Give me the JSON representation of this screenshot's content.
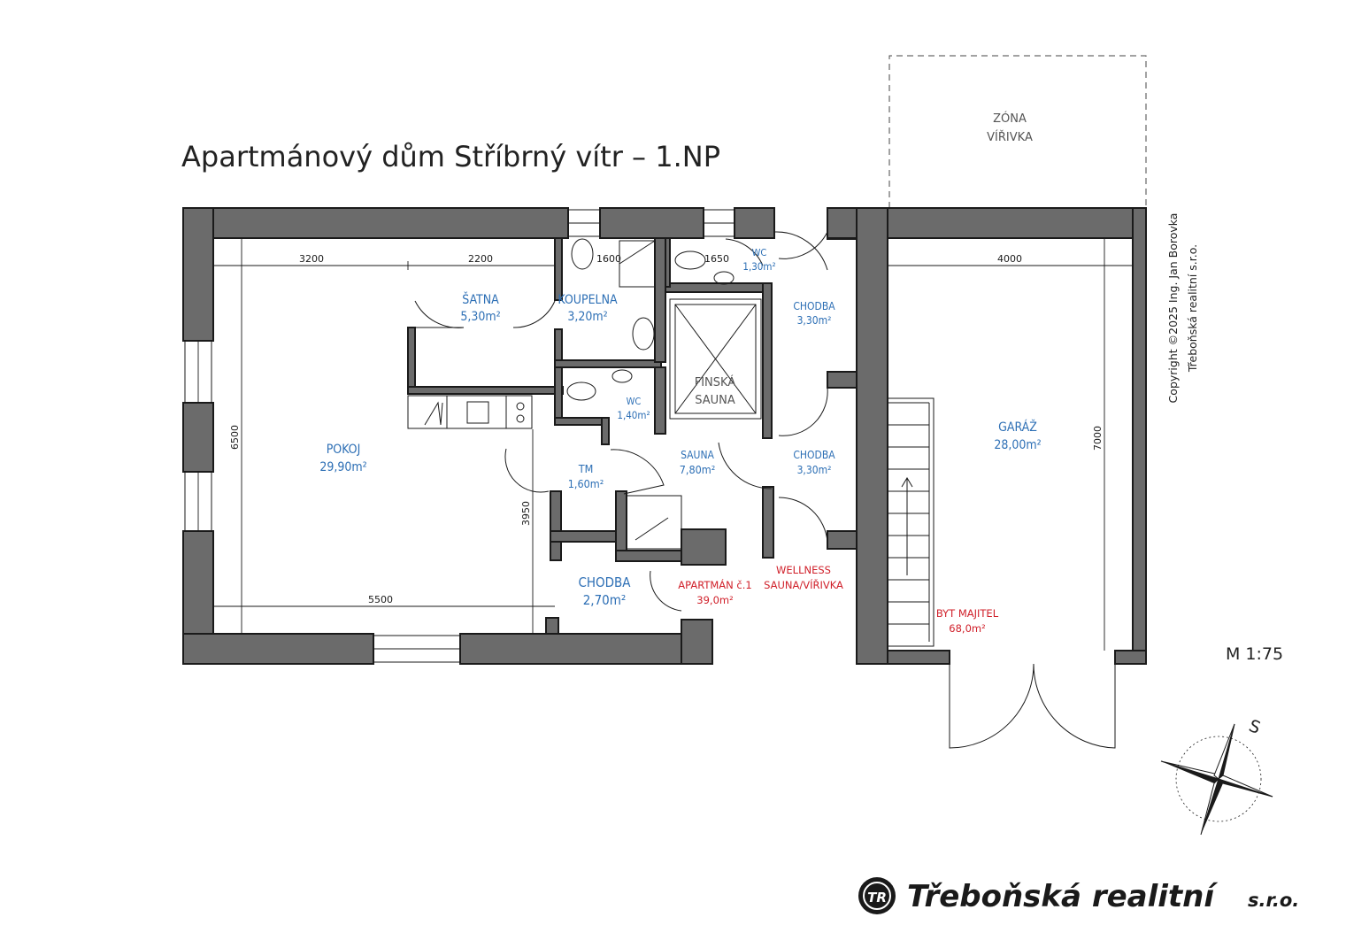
{
  "title": "Apartmánový dům Stříbrný vítr – 1.NP",
  "scale": "M 1:75",
  "copyright": [
    "Copyright ©2025 Ing. Jan Borovka",
    "Třeboňská realitní s.r.o."
  ],
  "brand": {
    "logo_text": "TR",
    "name": "Třeboňská realitní",
    "suffix": "s.r.o."
  },
  "compass": {
    "label": "S"
  },
  "zone": {
    "line1": "ZÓNA",
    "line2": "VÍŘIVKA"
  },
  "rooms": {
    "satna": {
      "name": "ŠATNA",
      "area": "5,30m²"
    },
    "koupelna": {
      "name": "KOUPELNA",
      "area": "3,20m²"
    },
    "wc_top": {
      "name": "WC",
      "area": "1,30m²"
    },
    "chodba_top": {
      "name": "CHODBA",
      "area": "3,30m²"
    },
    "finska_sauna": {
      "name": "FINSKÁ",
      "name2": "SAUNA"
    },
    "wc_mid": {
      "name": "WC",
      "area": "1,40m²"
    },
    "pokoj": {
      "name": "POKOJ",
      "area": "29,90m²"
    },
    "tm": {
      "name": "TM",
      "area": "1,60m²"
    },
    "sauna": {
      "name": "SAUNA",
      "area": "7,80m²"
    },
    "chodba_mid": {
      "name": "CHODBA",
      "area": "3,30m²"
    },
    "chodba_bottom": {
      "name": "CHODBA",
      "area": "2,70m²"
    },
    "garaz": {
      "name": "GARÁŽ",
      "area": "28,00m²"
    }
  },
  "units": {
    "apartman": {
      "name": "APARTMÁN č.1",
      "area": "39,0m²"
    },
    "wellness": {
      "name": "WELLNESS",
      "name2": "SAUNA/VÍŘIVKA"
    },
    "byt": {
      "name": "BYT MAJITEL",
      "area": "68,0m²"
    }
  },
  "dimensions": {
    "d3200": "3200",
    "d2200": "2200",
    "d1600": "1600",
    "d1650": "1650",
    "d4000": "4000",
    "d6500": "6500",
    "d3950": "3950",
    "d5500": "5500",
    "d7000": "7000"
  },
  "colors": {
    "room_label": "#2d6fb5",
    "unit_label": "#d0202a",
    "wall": "#6b6b6b"
  }
}
